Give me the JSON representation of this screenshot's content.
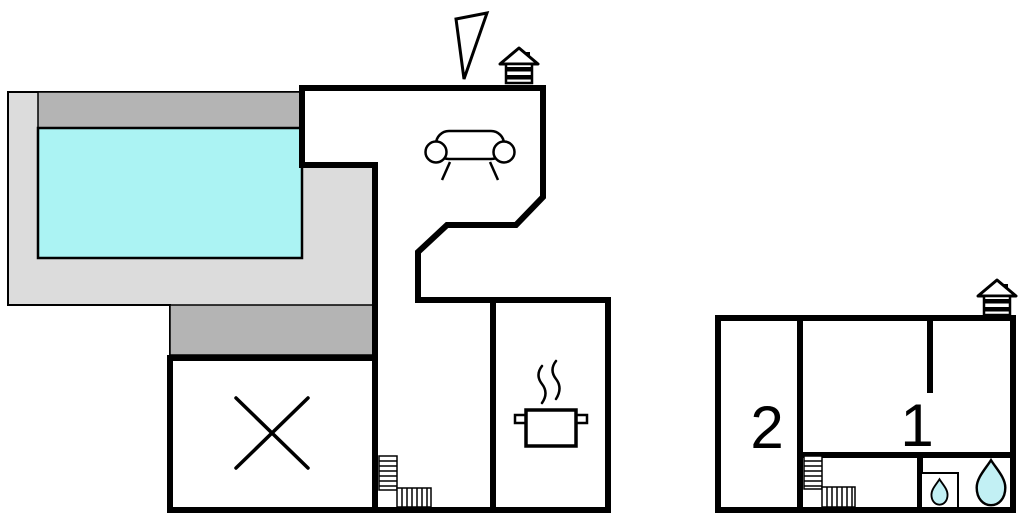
{
  "colors": {
    "background": "#ffffff",
    "wall": "#000000",
    "pool_water": "#abf3f3",
    "terrace_light": "#dcdcdc",
    "terrace_dark": "#b4b4b4",
    "water_drop": "#c2f0f4"
  },
  "ground_floor": {
    "features": [
      "pool",
      "terrace",
      "living-room",
      "kitchen",
      "hall-with-stairs",
      "room-with-cross"
    ],
    "icons": [
      {
        "name": "north-arrow"
      },
      {
        "name": "house-icon"
      },
      {
        "name": "sofa-icon"
      },
      {
        "name": "cooking-pot-icon"
      },
      {
        "name": "stairs-icon"
      },
      {
        "name": "cross-mark"
      }
    ]
  },
  "upper_floor": {
    "rooms": [
      {
        "label": "2"
      },
      {
        "label": "1"
      }
    ],
    "icons": [
      {
        "name": "house-icon"
      },
      {
        "name": "stairs-icon"
      },
      {
        "name": "water-drop-large"
      },
      {
        "name": "water-drop-small"
      }
    ]
  }
}
